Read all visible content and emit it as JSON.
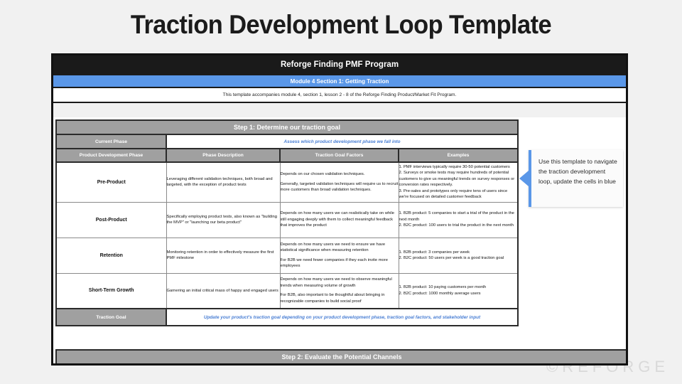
{
  "slide": {
    "title": "Traction Development Loop Template",
    "watermark": "©REFORGE",
    "program_band": "Reforge Finding PMF Program",
    "module_band": "Module 4 Section 1: Getting Traction",
    "accompanies_note": "This template accompanies module 4, section 1, lesson 2 - 8 of the Reforge Finding Product/Market Fit Program."
  },
  "colors": {
    "accent_blue": "#5a97e8",
    "header_gray": "#a0a0a0",
    "band_black": "#1a1a1a",
    "blue_text": "#4a7fd4",
    "watermark_gray": "#d9d9d9"
  },
  "table": {
    "step1_header": "Step 1: Determine our traction goal",
    "current_phase_label": "Current Phase",
    "current_phase_value": "Assess which product development phase we fall into",
    "columns": [
      "Product Development Phase",
      "Phase Description",
      "Traction Goal Factors",
      "Examples"
    ],
    "rows": [
      {
        "phase": "Pre-Product",
        "description": [
          "Leveraging different validation techniques, both broad and targeted, with the exception of product tests"
        ],
        "factors": [
          "Depends on our chosen validation techniques.",
          "Generally, targeted validation techniques will require us to recruit more customers than broad validation techniques."
        ],
        "examples": [
          "1. PMF interviews typically require 30-50 potential customers",
          "2. Surveys or smoke tests may require hundreds of potential customers to give us meaningful trends on survey responses or conversion rates respectively.",
          "3. Pre-sales and prototypes only require tens of users since we're focused on detailed customer feedback"
        ]
      },
      {
        "phase": "Post-Product",
        "description": [
          "Specifically employing product tests, also known as \"building the MVP\" or \"launching our beta product\""
        ],
        "factors": [
          "Depends on how many users we can realistically take on while still engaging deeply with them to collect meaningful feedback that improves the product"
        ],
        "examples": [
          "1. B2B product: 5 companies to start a trial of the product in the next month",
          "2. B2C product: 100 users to trial the product in the next month"
        ]
      },
      {
        "phase": "Retention",
        "description": [
          "Monitoring retention in order to effectively measure the first PMF milestone"
        ],
        "factors": [
          "Depends on how many users we need to ensure we have statistical significance when measuring retention",
          "For B2B we need fewer companies if they each invite more employees"
        ],
        "examples": [
          "1. B2B product: 3 companies per week",
          "2. B2C product: 50 users per week is a good traction goal"
        ]
      },
      {
        "phase": "Short-Term Growth",
        "description": [
          "Garnering an initial critical mass of happy and engaged users"
        ],
        "factors": [
          "Depends on how many users we need to observe meaningful trends when measuring volume of growth",
          "For B2B, also important to be thoughtful about bringing in recognizable companies to build social proof"
        ],
        "examples": [
          "1. B2B product: 10 paying customers per month",
          "2. B2C product: 1000 monthly average users"
        ]
      }
    ],
    "traction_goal_label": "Traction Goal",
    "traction_goal_value": "Update your product's traction goal depending on your product development phase, traction goal factors, and stakeholder input",
    "step2_header": "Step 2: Evaluate the Potential Channels"
  },
  "callout": {
    "text": "Use this template to navigate the traction development loop, update the cells in blue"
  }
}
